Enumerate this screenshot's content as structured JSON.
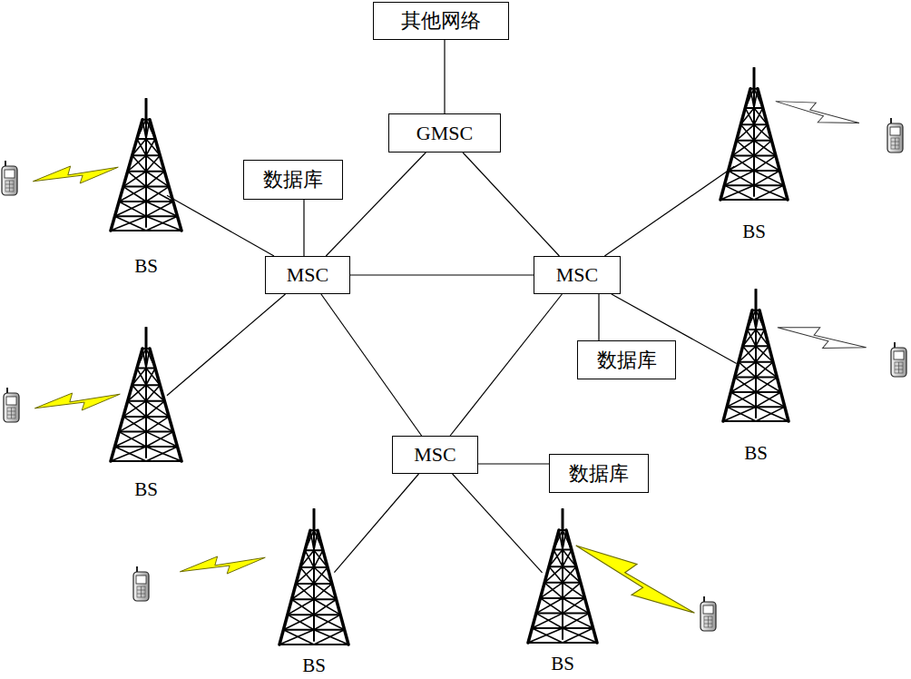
{
  "diagram": {
    "nodes": [
      {
        "text": [
          "其他网络"
        ]
      },
      {
        "text": [
          "GMSC"
        ]
      },
      {
        "text": [
          "数据库"
        ]
      },
      {
        "text": [
          "MSC"
        ]
      },
      {
        "text": [
          "MSC"
        ]
      },
      {
        "text": [
          "数据库"
        ]
      },
      {
        "text": [
          "MSC"
        ]
      },
      {
        "text": [
          "数据库"
        ]
      },
      {
        "text": [
          "BS"
        ]
      },
      {
        "text": [
          "BS"
        ]
      },
      {
        "text": [
          "BS"
        ]
      },
      {
        "text": [
          "BS"
        ]
      },
      {
        "text": [
          "BS"
        ]
      },
      {
        "text": [
          "BS"
        ]
      }
    ],
    "edges": [
      {
        "from": 0,
        "to": 1,
        "arrow": "none"
      },
      {
        "from": 1,
        "to": 3,
        "arrow": "none"
      },
      {
        "from": 1,
        "to": 4,
        "arrow": "none"
      },
      {
        "from": 2,
        "to": 3,
        "arrow": "none"
      },
      {
        "from": 3,
        "to": 4,
        "arrow": "none"
      },
      {
        "from": 4,
        "to": 5,
        "arrow": "none"
      },
      {
        "from": 3,
        "to": 6,
        "arrow": "none"
      },
      {
        "from": 4,
        "to": 6,
        "arrow": "none"
      },
      {
        "from": 6,
        "to": 7,
        "arrow": "none"
      },
      {
        "from": 3,
        "to": 8,
        "arrow": "none"
      },
      {
        "from": 3,
        "to": 10,
        "arrow": "none"
      },
      {
        "from": 4,
        "to": 9,
        "arrow": "none"
      },
      {
        "from": 4,
        "to": 11,
        "arrow": "none"
      },
      {
        "from": 6,
        "to": 12,
        "arrow": "none"
      },
      {
        "from": 6,
        "to": 13,
        "arrow": "none"
      }
    ]
  }
}
